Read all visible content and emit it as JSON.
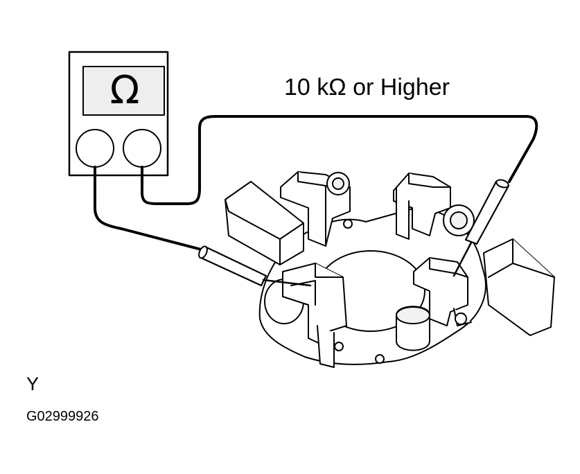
{
  "spec_label": "10 kΩ or Higher",
  "meter_symbol": "Ω",
  "view_label": "Y",
  "figure_code": "G02999926"
}
